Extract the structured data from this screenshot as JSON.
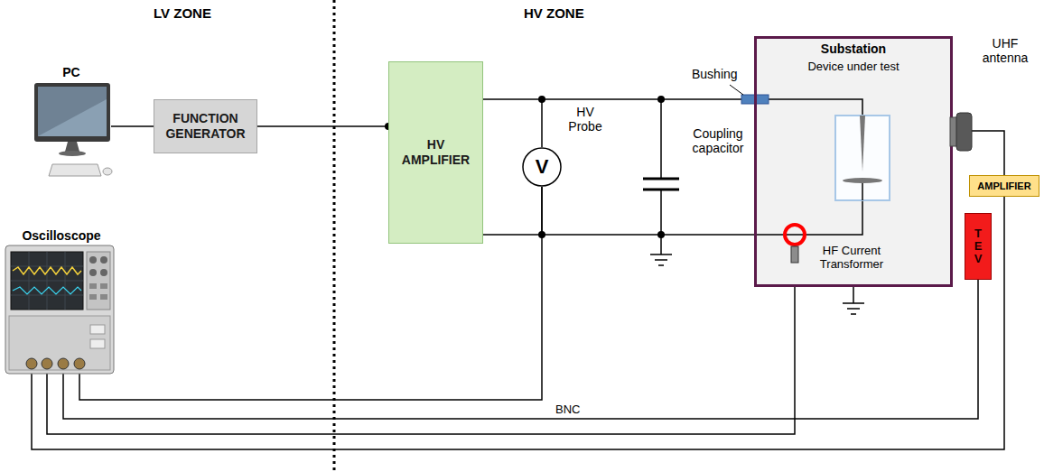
{
  "diagram": {
    "nodes": [
      {
        "text": [
          "PC"
        ]
      },
      {
        "text": [
          "FUNCTION GENERATOR"
        ]
      },
      {
        "text": [
          "HV AMPLIFIER"
        ]
      },
      {
        "text": [
          "V"
        ]
      },
      {
        "text": [
          "Oscilloscope"
        ]
      },
      {
        "text": [
          "Substation",
          "Device under test"
        ]
      },
      {
        "text": [
          "HF Current Transformer"
        ],
        "in": 5
      },
      {
        "text": [
          "UHF antenna"
        ]
      },
      {
        "text": [
          "AMPLIFIER"
        ]
      },
      {
        "text": [
          "T E V"
        ]
      }
    ],
    "edges": [
      {
        "from": 0,
        "to": 1,
        "arrow": "none"
      },
      {
        "from": 1,
        "to": 2,
        "arrow": "none"
      },
      {
        "from": 2,
        "to": 5,
        "arrow": "none"
      },
      {
        "from": 2,
        "to": 5,
        "arrow": "none"
      },
      {
        "from": 4,
        "to": 3,
        "arrow": "none"
      },
      {
        "from": 4,
        "to": 9,
        "arrow": "none"
      },
      {
        "from": 4,
        "to": 6,
        "arrow": "none"
      },
      {
        "from": 4,
        "to": 8,
        "arrow": "none"
      },
      {
        "from": 8,
        "to": 7,
        "arrow": "none"
      }
    ],
    "labels": [
      "LV ZONE",
      "HV ZONE",
      "HV Probe",
      "Coupling capacitor",
      "Bushing",
      "BNC"
    ]
  }
}
